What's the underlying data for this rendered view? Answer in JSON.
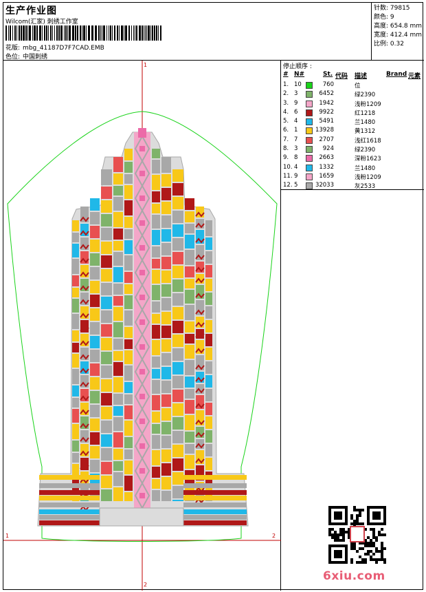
{
  "header": {
    "title": "生产作业图",
    "company": "Wilcom(汇家) 刺绣工作室",
    "file_label": "花版:",
    "file_name": "mbg_41187D7F7CAD.EMB",
    "color_label": "色位:",
    "color_name": "中国刺绣"
  },
  "stats": {
    "stitches": "针数: 79815",
    "colors": "颜色: 9",
    "height": "高度: 654.8 mm",
    "width": "宽度: 412.4 mm",
    "scale": "比例: 0.32"
  },
  "stop_sequence": {
    "title": "停止顺序 :",
    "columns": [
      "#",
      "N#",
      "St.",
      "代码",
      "描述",
      "Brand",
      "元素"
    ],
    "rows": [
      {
        "idx": "1.",
        "n": "10",
        "st": "760",
        "desc": "位",
        "color": "#1ad31a"
      },
      {
        "idx": "2.",
        "n": "3",
        "st": "6452",
        "desc": "绿2390",
        "color": "#7fb36a"
      },
      {
        "idx": "3.",
        "n": "9",
        "st": "1942",
        "desc": "浅粉1209",
        "color": "#f4a6c8"
      },
      {
        "idx": "4.",
        "n": "6",
        "st": "9922",
        "desc": "红1218",
        "color": "#b01818"
      },
      {
        "idx": "5.",
        "n": "4",
        "st": "5491",
        "desc": "兰1480",
        "color": "#20b8e8"
      },
      {
        "idx": "6.",
        "n": "1",
        "st": "13928",
        "desc": "黄1312",
        "color": "#f8c818"
      },
      {
        "idx": "7.",
        "n": "7",
        "st": "2707",
        "desc": "浅红1618",
        "color": "#e85050"
      },
      {
        "idx": "8.",
        "n": "3",
        "st": "924",
        "desc": "绿2390",
        "color": "#7fb36a"
      },
      {
        "idx": "9.",
        "n": "8",
        "st": "2663",
        "desc": "深粉1623",
        "color": "#ec6aa8"
      },
      {
        "idx": "10.",
        "n": "4",
        "st": "1332",
        "desc": "兰1480",
        "color": "#20b8e8"
      },
      {
        "idx": "11.",
        "n": "9",
        "st": "1659",
        "desc": "浅粉1209",
        "color": "#f4a6c8"
      },
      {
        "idx": "12.",
        "n": "5",
        "st": "32033",
        "desc": "灰2533",
        "color": "#a8a8a8"
      }
    ]
  },
  "axis_labels": {
    "top": "1",
    "bottom": "2",
    "left": "1",
    "right": "2"
  },
  "watermark": "6xiu.com"
}
